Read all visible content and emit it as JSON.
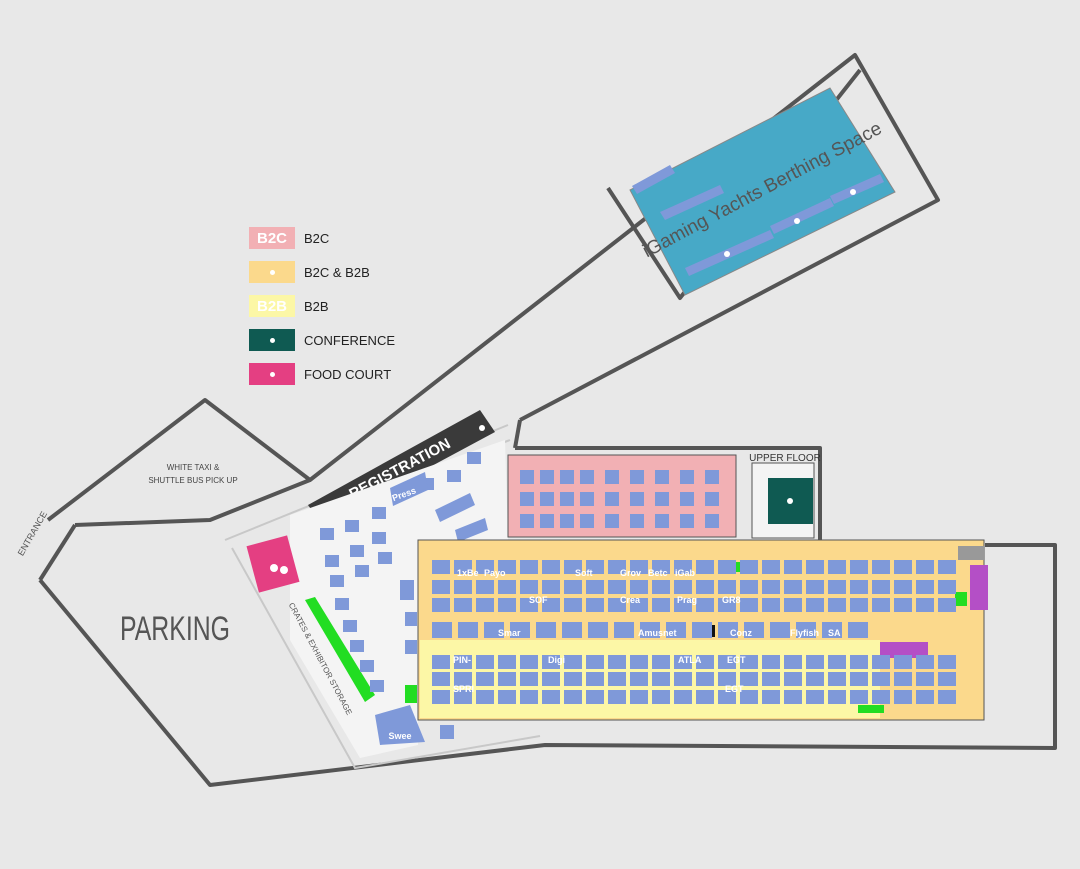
{
  "colors": {
    "background": "#e8e8e8",
    "outline": "#555555",
    "b2c": "#f2b0b4",
    "b2c_b2b": "#fbd98c",
    "b2b": "#fcf7a6",
    "conference": "#0f5a52",
    "food_court": "#e43f82",
    "booth": "#7f99d9",
    "yachts": "#47a9c7",
    "highlight": "#22dd22",
    "purple": "#b44fc6"
  },
  "legend": [
    {
      "swatch_text": "B2C",
      "label": "B2C",
      "color": "#f2b0b4",
      "marker": "text"
    },
    {
      "swatch_text": "",
      "label": "B2C & B2B",
      "color": "#fbd98c",
      "marker": "dot"
    },
    {
      "swatch_text": "B2B",
      "label": "B2B",
      "color": "#fcf7a6",
      "marker": "text"
    },
    {
      "swatch_text": "",
      "label": "CONFERENCE",
      "color": "#0f5a52",
      "marker": "dot"
    },
    {
      "swatch_text": "",
      "label": "FOOD COURT",
      "color": "#e43f82",
      "marker": "dot"
    }
  ],
  "labels": {
    "yachts": "iGaming Yachts Berthing Space",
    "registration": "REGISTRATION",
    "taxi_line1": "WHITE TAXI &",
    "taxi_line2": "SHUTTLE BUS PICK UP",
    "entrance": "ENTRANCE",
    "parking": "PARKING",
    "upper_floor": "UPPER FLOOR",
    "storage": "CRATES & EXHIBITOR STORAGE",
    "press": "Press"
  },
  "booths_row1": [
    "1xBe",
    "Payo",
    "Soft",
    "Grov",
    "Betc",
    "iGab"
  ],
  "booths_row2": [
    "SOF",
    "Crea",
    "Prag",
    "GR8"
  ],
  "booths_aisle": [
    "Smar",
    "Amusnet",
    "Conz",
    "Flyfish",
    "SA"
  ],
  "booths_row3": [
    "PIN-",
    "Digi",
    "ATLA",
    "EGT"
  ],
  "booths_row4": [
    "SPRI",
    "EGT"
  ],
  "booth_sweet": "Swee"
}
